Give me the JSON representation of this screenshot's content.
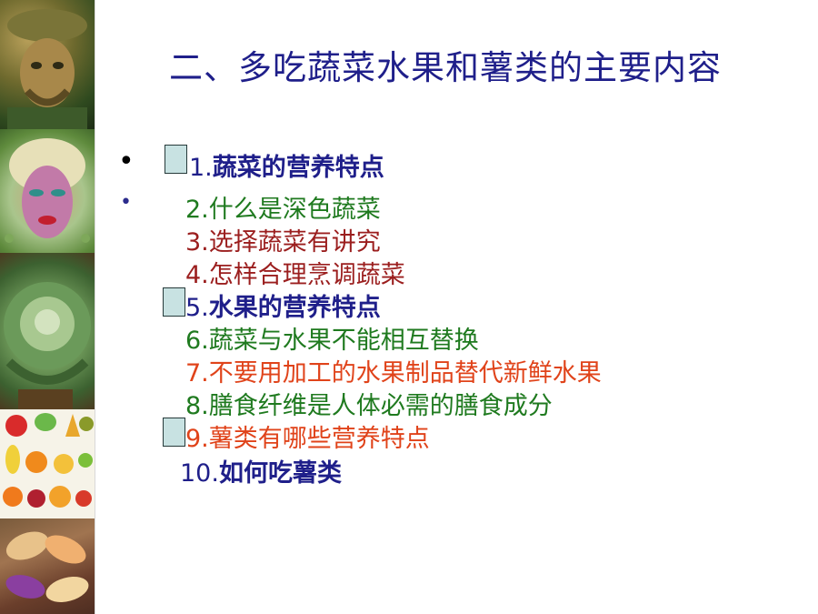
{
  "title": "二、多吃蔬菜水果和薯类的主要内容",
  "bullets": [
    "•",
    "•"
  ],
  "items": [
    {
      "num": "1.",
      "text": "蔬菜的营养特点",
      "color": "#1f1f8a"
    },
    {
      "num": "2.",
      "text": "什么是深色蔬菜",
      "color": "#1f7a1f"
    },
    {
      "num": "3.",
      "text": "选择蔬菜有讲究",
      "color": "#9b1e1e"
    },
    {
      "num": "4.",
      "text": "怎样合理烹调蔬菜",
      "color": "#9b1e1e"
    },
    {
      "num": "5.",
      "text": "水果的营养特点",
      "color": "#1f1f8a"
    },
    {
      "num": "6.",
      "text": "蔬菜与水果不能相互替换",
      "color": "#1f7a1f"
    },
    {
      "num": "7.",
      "text": "不要用加工的水果制品替代新鲜水果",
      "color": "#e0431a"
    },
    {
      "num": "8.",
      "text": "膳食纤维是人体必需的膳食成分",
      "color": "#1f7a1f"
    },
    {
      "num": "9.",
      "text": "薯类有哪些营养特点",
      "color": "#e0431a"
    },
    {
      "num": "10.",
      "text": "如何吃薯类",
      "color": "#1f1f8a"
    }
  ]
}
